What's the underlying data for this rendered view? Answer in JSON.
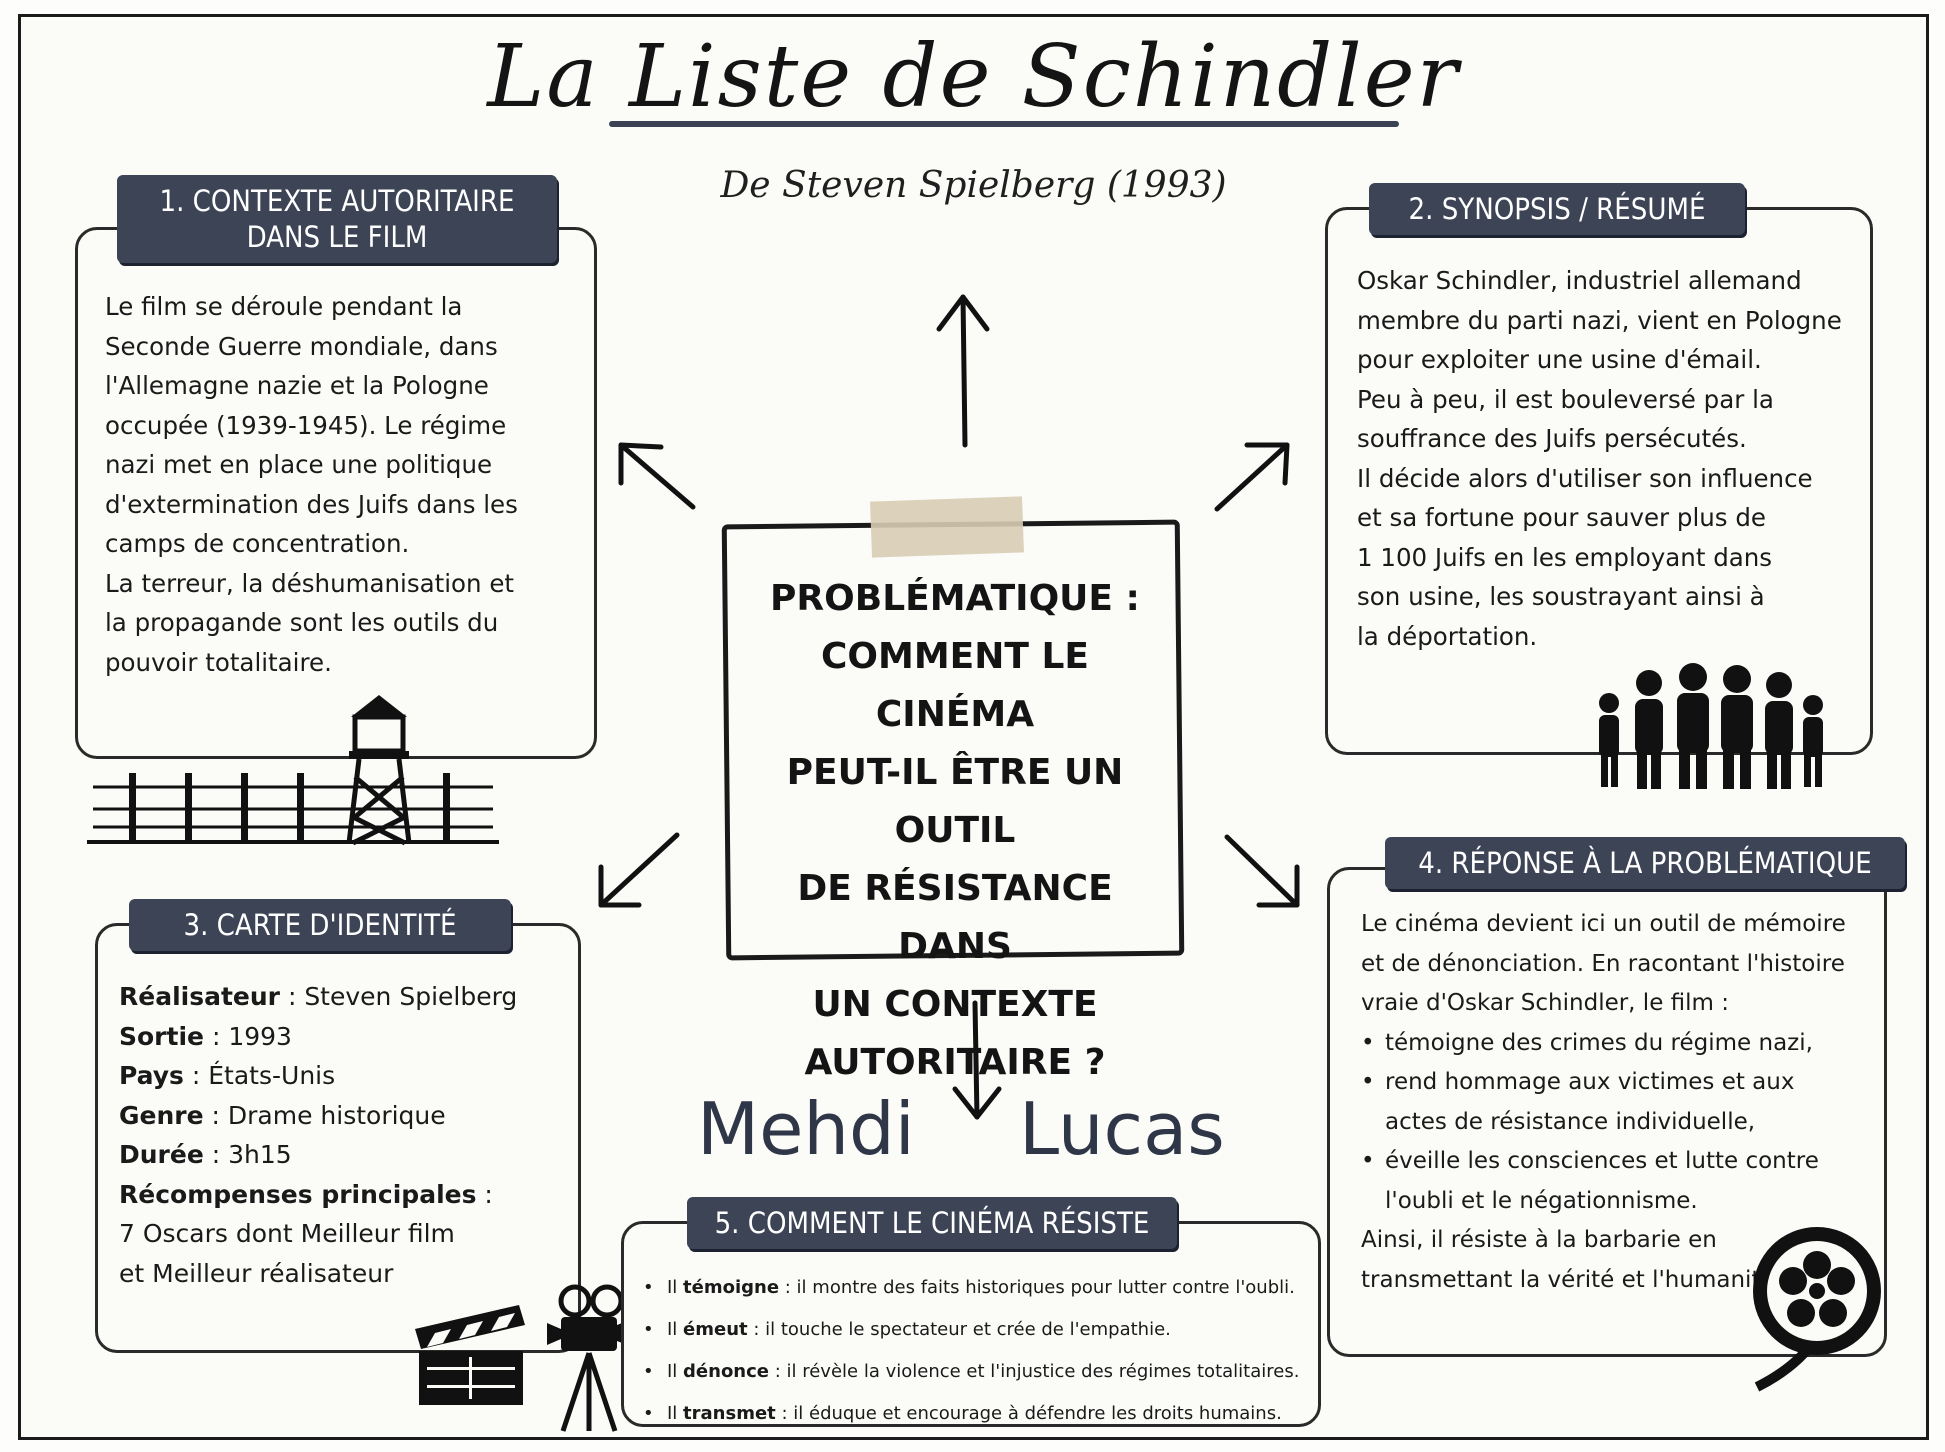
{
  "title": "La Liste de Schindler",
  "subtitle": "De Steven Spielberg (1993)",
  "problematique": {
    "line1": "PROBLÉMATIQUE :",
    "line2": "COMMENT LE CINÉMA",
    "line3": "PEUT-IL ÊTRE UN OUTIL",
    "line4": "DE RÉSISTANCE DANS",
    "line5": "UN CONTEXTE",
    "line6": "AUTORITAIRE ?"
  },
  "authors": [
    "Mehdi",
    "Lucas"
  ],
  "section1": {
    "heading_line1": "1. CONTEXTE AUTORITAIRE",
    "heading_line2": "DANS LE FILM",
    "lines": [
      "Le film se déroule pendant la",
      "Seconde Guerre mondiale, dans",
      "l'Allemagne nazie et la Pologne",
      "occupée (1939-1945). Le régime",
      "nazi met en place une politique",
      "d'extermination des Juifs dans les",
      "camps de concentration.",
      "La terreur, la déshumanisation et",
      "la propagande sont les outils du",
      "pouvoir totalitaire."
    ]
  },
  "section2": {
    "heading": "2. SYNOPSIS / RÉSUMÉ",
    "lines": [
      "Oskar Schindler, industriel allemand",
      "membre du parti nazi, vient en Pologne",
      "pour exploiter une usine d'émail.",
      "Peu à peu, il est bouleversé par la",
      "souffrance des Juifs persécutés.",
      "Il décide alors d'utiliser son influence",
      "et sa fortune pour sauver plus de",
      "1 100 Juifs en les employant dans",
      "son usine, les soustrayant ainsi à",
      "la déportation."
    ]
  },
  "section3": {
    "heading": "3. CARTE D'IDENTITÉ",
    "fields": [
      {
        "label": "Réalisateur",
        "value": " : Steven Spielberg"
      },
      {
        "label": "Sortie",
        "value": " : 1993"
      },
      {
        "label": "Pays",
        "value": " : États-Unis"
      },
      {
        "label": "Genre",
        "value": " : Drame historique"
      },
      {
        "label": "Durée",
        "value": " : 3h15"
      },
      {
        "label": "Récompenses principales",
        "value": " :"
      }
    ],
    "awards_line1": "7 Oscars dont Meilleur film",
    "awards_line2": "et Meilleur réalisateur"
  },
  "section4": {
    "heading": "4. RÉPONSE À LA PROBLÉMATIQUE",
    "intro_lines": [
      "Le cinéma devient ici un outil de mémoire",
      "et de dénonciation. En racontant l'histoire",
      "vraie d'Oskar Schindler, le film :"
    ],
    "bullets": [
      [
        "témoigne des crimes du régime nazi,"
      ],
      [
        "rend hommage aux victimes et aux",
        "actes de résistance individuelle,"
      ],
      [
        "éveille les consciences et lutte contre",
        "l'oubli et le négationnisme."
      ]
    ],
    "outro_lines": [
      "Ainsi, il résiste à la barbarie en",
      "transmettant la vérité et l'humanité."
    ]
  },
  "section5": {
    "heading": "5. COMMENT LE CINÉMA RÉSISTE",
    "items": [
      {
        "prefix": "Il ",
        "bold": "témoigne",
        "rest": " : il montre des faits historiques pour lutter contre l'oubli."
      },
      {
        "prefix": "Il ",
        "bold": "émeut",
        "rest": " : il touche le spectateur et crée de l'empathie."
      },
      {
        "prefix": "Il ",
        "bold": "dénonce",
        "rest": " : il révèle la violence et l'injustice des régimes totalitaires."
      },
      {
        "prefix": "Il ",
        "bold": "transmet",
        "rest": " : il éduque et encourage à défendre les droits humains."
      }
    ]
  },
  "icons": {
    "s1": "watchtower-barbed-wire-icon",
    "s2": "family-silhouette-icon",
    "s3a": "clapperboard-icon",
    "s3b": "film-camera-icon",
    "s4": "film-reel-icon"
  },
  "colors": {
    "tag_bg": "#3c4456",
    "names": "#2f3648"
  }
}
